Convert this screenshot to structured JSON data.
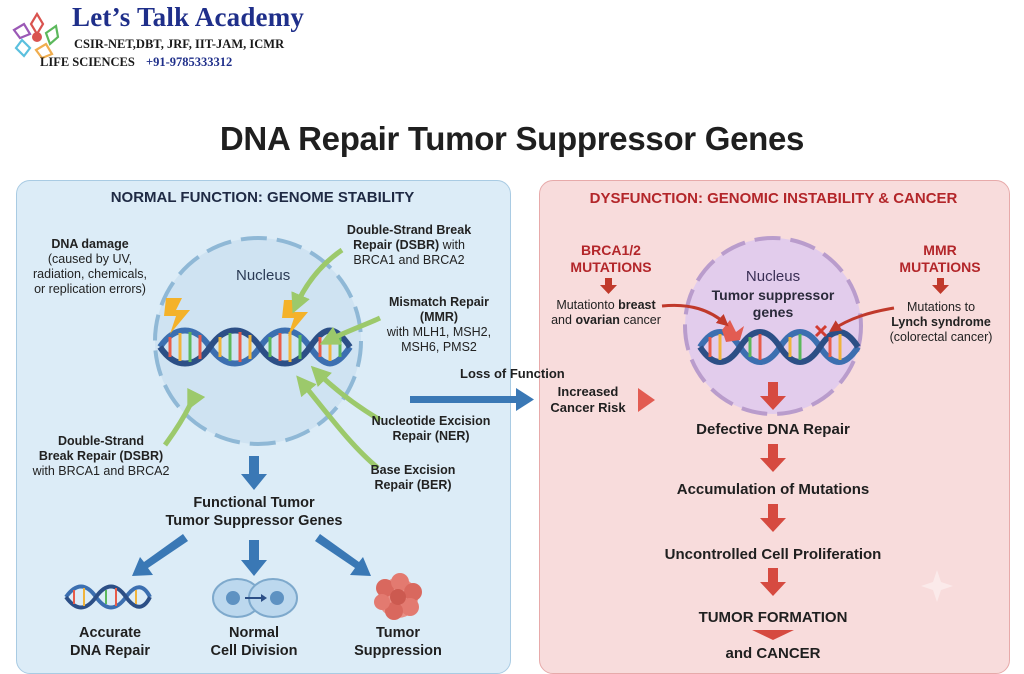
{
  "logo": {
    "title": "Let’s Talk Academy",
    "line1": "CSIR-NET,DBT, JRF, IIT-JAM, ICMR",
    "line2": "LIFE SCIENCES",
    "phone": "+91-9785333312"
  },
  "title": "DNA Repair Tumor Suppressor Genes",
  "left": {
    "header": "NORMAL FUNCTION: GENOME STABILITY",
    "nucleus": "Nucleus",
    "dna_damage": {
      "title": "DNA damage",
      "desc1": "(caused by UV,",
      "desc2": "radiation, chemicals,",
      "desc3": "or replication errors)"
    },
    "dsbr_top": {
      "line1": "Double-Strand Break",
      "line2a": "Repair (DSBR)",
      "line2b": " with",
      "line3": "BRCA1 and BRCA2"
    },
    "mmr": {
      "line1": "Mismatch Repair",
      "line2": "(MMR)",
      "line3": "with MLH1, MSH2,",
      "line4": "MSH6, PMS2"
    },
    "dsbr_bottom": {
      "line1": "Double-Strand",
      "line2": "Break Repair (DSBR)",
      "line3": "with BRCA1 and BRCA2"
    },
    "ner": {
      "line1": "Nucleotide Excision",
      "line2": "Repair (NER)"
    },
    "ber": {
      "line1": "Base Excision",
      "line2": "Repair (BER)"
    },
    "functional": {
      "line1": "Functional Tumor",
      "line2": "Tumor Suppressor Genes"
    },
    "outcomes": [
      {
        "line1": "Accurate",
        "line2": "DNA Repair"
      },
      {
        "line1": "Normal",
        "line2": "Cell Division"
      },
      {
        "line1": "Tumor",
        "line2": "Suppression"
      }
    ]
  },
  "middle": {
    "loss": "Loss of Function",
    "risk1": "Increased",
    "risk2": "Cancer Risk"
  },
  "right": {
    "header": "DYSFUNCTION: GENOMIC INSTABILITY & CANCER",
    "brca": {
      "line1": "BRCA1/2",
      "line2": "MUTATIONS",
      "desc1a": "Mutationto ",
      "desc1b": "breast",
      "desc2a": "and ",
      "desc2b": "ovarian",
      "desc2c": " cancer"
    },
    "mmr": {
      "line1": "MMR",
      "line2": "MUTATIONS",
      "desc1": "Mutations to",
      "desc2": "Lynch syndrome",
      "desc3": "(colorectal cancer)"
    },
    "nucleus": "Nucleus",
    "tsg1": "Tumor suppressor",
    "tsg2": "genes",
    "steps": [
      "Defective DNA Repair",
      "Accumulation of Mutations",
      "Uncontrolled Cell Proliferation",
      "TUMOR FORMATION",
      "and CANCER"
    ]
  },
  "colors": {
    "blue_panel": "#dcecf7",
    "red_panel": "#f8dcdc",
    "red_accent": "#b3262a",
    "blue_arrow": "#3a78b5",
    "green_arrow": "#9cc96b"
  }
}
